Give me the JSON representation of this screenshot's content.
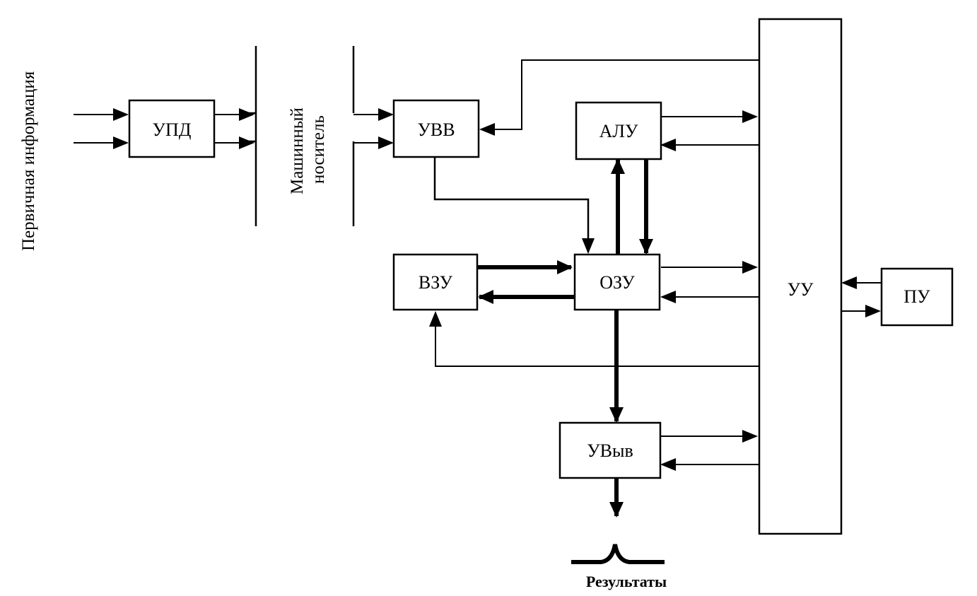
{
  "blocks": {
    "upd": "УПД",
    "uvv": "УВВ",
    "alu": "АЛУ",
    "vzu": "ВЗУ",
    "ozu": "ОЗУ",
    "uu": "УУ",
    "pu": "ПУ",
    "uvyv": "УВыв"
  },
  "labels": {
    "primary_info": "Первичная информация",
    "machine_carrier_line1": "Машинный",
    "machine_carrier_line2": "носитель",
    "results": "Результаты"
  }
}
